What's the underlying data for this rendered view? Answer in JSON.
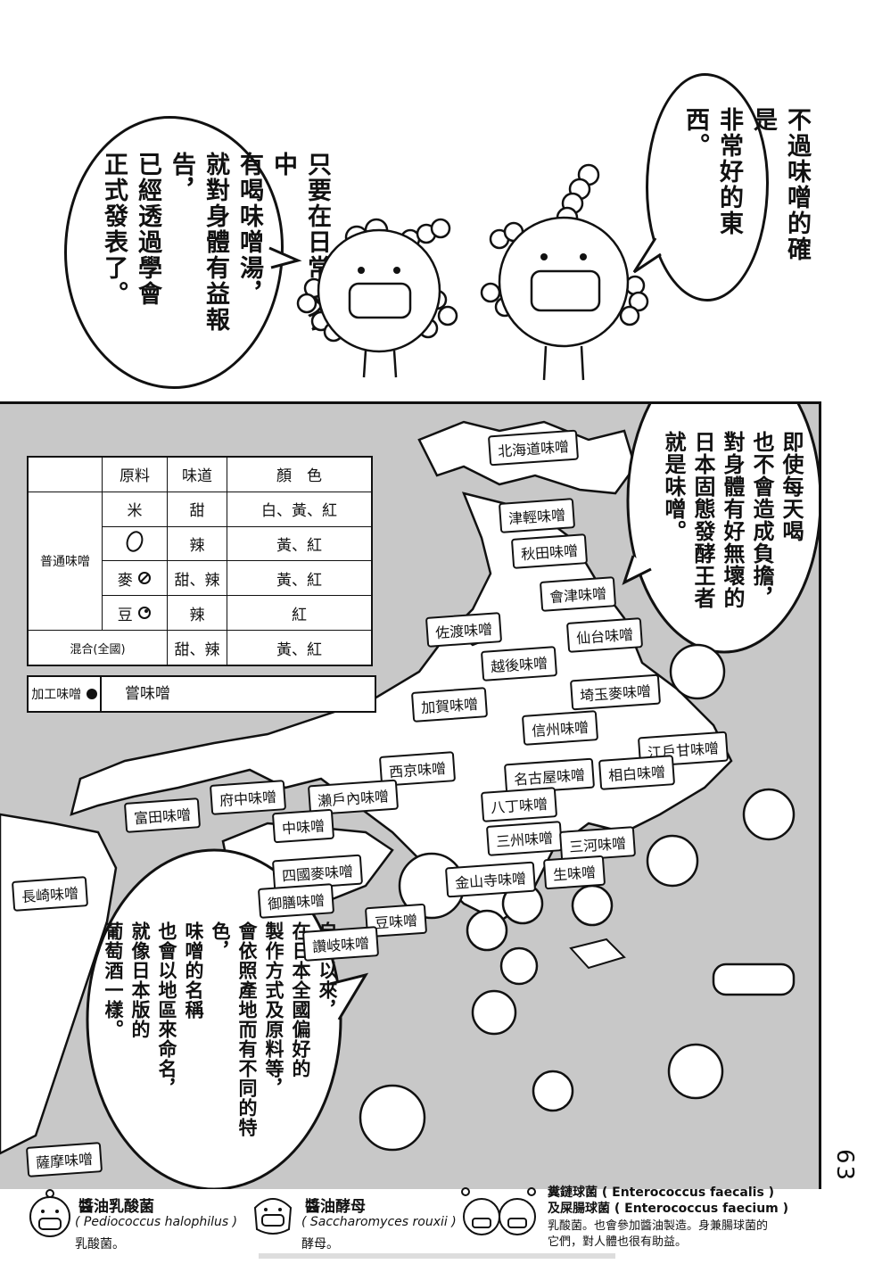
{
  "bubbles": {
    "left": {
      "lines": [
        "只要在日常飲食中",
        "有喝味噌湯，",
        "就對身體有益報告，",
        "已經透過學會",
        "正式發表了。"
      ]
    },
    "right": {
      "lines": [
        "不過味噌的確是",
        "非常好的東西。"
      ]
    },
    "map": {
      "lines": [
        "即使每天喝",
        "也不會造成負擔，",
        "對身體有好無壞的",
        "日本固態發酵王者",
        "就是味噌。"
      ]
    },
    "bottom": {
      "lines": [
        "自古以來，",
        "在日本全國偏好的",
        "製作方式及原料等，",
        "會依照產地而有不同的特色，",
        "味噌的名稱",
        "也會以地區來命名，",
        "就像日本版的",
        "葡萄酒一樣。"
      ]
    }
  },
  "table": {
    "headers": [
      "原料",
      "味道",
      "顏　色"
    ],
    "group_label": "普通味噌",
    "rows": [
      {
        "material": "米",
        "taste": "甜",
        "color": "白、黃、紅"
      },
      {
        "material": "",
        "taste": "辣",
        "color": "黃、紅"
      },
      {
        "material": "麥",
        "taste": "甜、辣",
        "color": "黃、紅"
      },
      {
        "material": "豆",
        "taste": "辣",
        "color": "紅"
      },
      {
        "material": "混合(全國)",
        "taste": "甜、辣",
        "color": "黃、紅"
      }
    ],
    "kaga": {
      "label": "加工味噌",
      "value": "嘗味噌"
    }
  },
  "map_labels": {
    "hokkaido": "北海道味噌",
    "tsugaru": "津輕味噌",
    "akita": "秋田味噌",
    "aizu": "會津味噌",
    "sado": "佐渡味噌",
    "sendai": "仙台味噌",
    "echigo": "越後味噌",
    "saitama": "埼玉麥味噌",
    "kaga": "加賀味噌",
    "shinshu": "信州味噌",
    "edo": "江戶甘味噌",
    "saikyo": "西京味噌",
    "nagoya": "名古屋味噌",
    "sagami": "相白味噌",
    "fuchu": "府中味噌",
    "setouchi": "瀨戶內味噌",
    "hatcho": "八丁味噌",
    "fukuda": "富田味噌",
    "naka": "中味噌",
    "mikawa_a": "三州味噌",
    "mikawa_b": "三河味噌",
    "shikoku": "四國麥味噌",
    "kinzanji": "金山寺味噌",
    "nama": "生味噌",
    "nagasaki": "長崎味噌",
    "gozen": "御膳味噌",
    "mame": "豆味噌",
    "sanuki": "讚岐味噌",
    "satsuma": "薩摩味噌"
  },
  "legend": {
    "item1": {
      "title": "醬油乳酸菌",
      "sci": "( Pediococcus halophilus )",
      "note": "乳酸菌。"
    },
    "item2": {
      "title": "醬油酵母",
      "sci": "( Saccharomyces rouxii )",
      "note": "酵母。"
    },
    "item3": {
      "title1": "糞鏈球菌 ( Enterococcus faecalis )",
      "title2": "及屎腸球菌 ( Enterococcus faecium )",
      "note1": "乳酸菌。也會參加醬油製造。身兼腸球菌的",
      "note2": "它們，對人體也很有助益。"
    }
  },
  "page_number": "63",
  "colors": {
    "ink": "#111111",
    "screen_tone": "#c8c8c8",
    "paper": "#ffffff"
  }
}
